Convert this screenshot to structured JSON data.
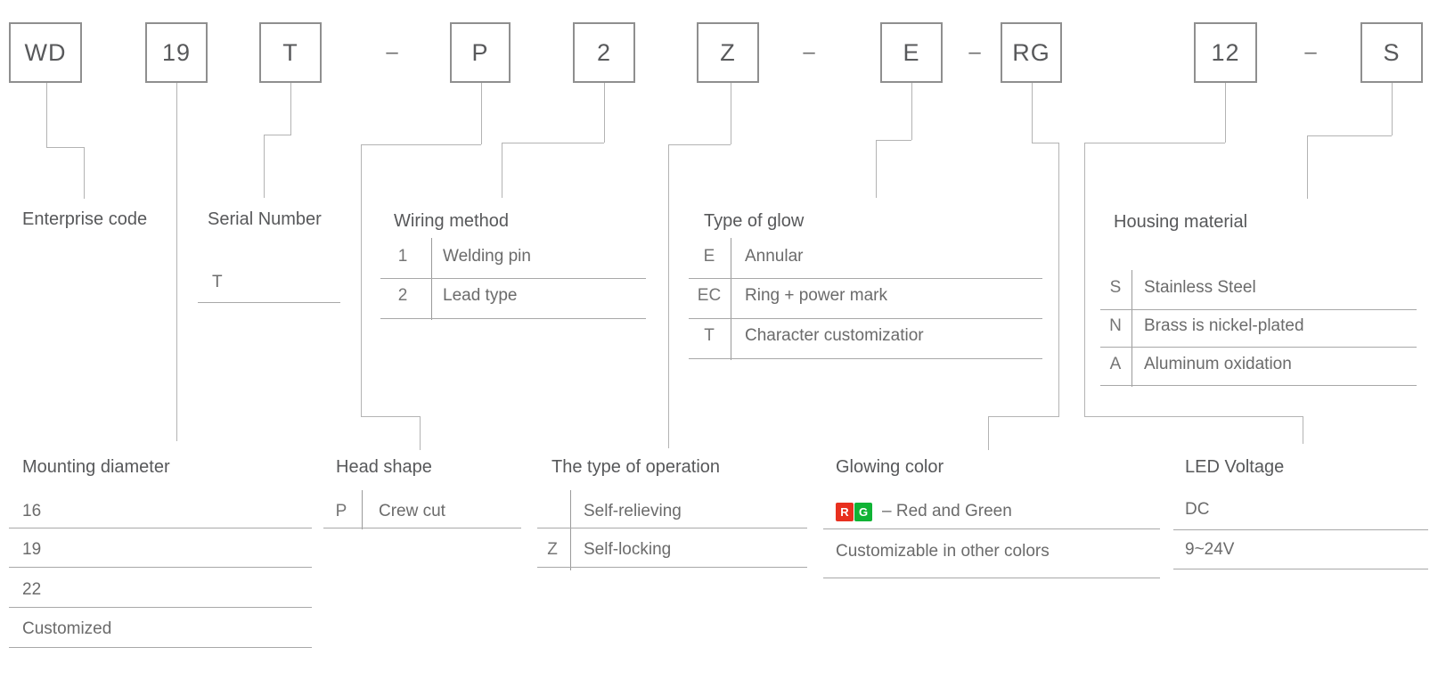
{
  "code": {
    "segments": [
      {
        "type": "box",
        "text": "WD"
      },
      {
        "type": "box",
        "text": "19"
      },
      {
        "type": "box",
        "text": "T"
      },
      {
        "type": "separator",
        "text": "–"
      },
      {
        "type": "box",
        "text": "P"
      },
      {
        "type": "box",
        "text": "2"
      },
      {
        "type": "box",
        "text": "Z"
      },
      {
        "type": "separator",
        "text": "–"
      },
      {
        "type": "box",
        "text": "E"
      },
      {
        "type": "separator",
        "text": "–"
      },
      {
        "type": "box",
        "text": "RG"
      },
      {
        "type": "box",
        "text": "12"
      },
      {
        "type": "separator",
        "text": "–"
      },
      {
        "type": "box",
        "text": "S"
      }
    ]
  },
  "sections": {
    "enterprise_code": {
      "title": "Enterprise code"
    },
    "serial_number": {
      "title": "Serial Number",
      "rows": [
        {
          "code": "T",
          "value": ""
        }
      ]
    },
    "wiring_method": {
      "title": "Wiring method",
      "rows": [
        {
          "code": "1",
          "value": "Welding pin"
        },
        {
          "code": "2",
          "value": "Lead type"
        }
      ]
    },
    "type_of_glow": {
      "title": "Type of glow",
      "rows": [
        {
          "code": "E",
          "value": "Annular"
        },
        {
          "code": "EC",
          "value": "Ring + power mark"
        },
        {
          "code": "T",
          "value": "Character customizatior"
        }
      ]
    },
    "housing_material": {
      "title": "Housing material",
      "rows": [
        {
          "code": "S",
          "value": "Stainless Steel"
        },
        {
          "code": "N",
          "value": "Brass is nickel-plated"
        },
        {
          "code": "A",
          "value": "Aluminum oxidation"
        }
      ]
    },
    "mounting_diameter": {
      "title": "Mounting diameter",
      "rows": [
        {
          "value": "16"
        },
        {
          "value": "19"
        },
        {
          "value": "22"
        },
        {
          "value": "Customized"
        }
      ]
    },
    "head_shape": {
      "title": "Head shape",
      "rows": [
        {
          "code": "P",
          "value": "Crew cut"
        }
      ]
    },
    "type_of_operation": {
      "title": "The type of operation",
      "rows": [
        {
          "code": "",
          "value": "Self-relieving"
        },
        {
          "code": "Z",
          "value": "Self-locking"
        }
      ]
    },
    "glowing_color": {
      "title": "Glowing color",
      "badges": [
        {
          "letter": "R",
          "color": "#e8301f"
        },
        {
          "letter": "G",
          "color": "#10b335"
        }
      ],
      "rows": [
        {
          "value": "– Red and Green"
        },
        {
          "value": "Customizable in other colors"
        }
      ]
    },
    "led_voltage": {
      "title": "LED Voltage",
      "rows": [
        {
          "value": "DC"
        },
        {
          "value": "9~24V"
        }
      ]
    }
  },
  "colors": {
    "badge_red": "#e8301f",
    "badge_green": "#10b335"
  }
}
